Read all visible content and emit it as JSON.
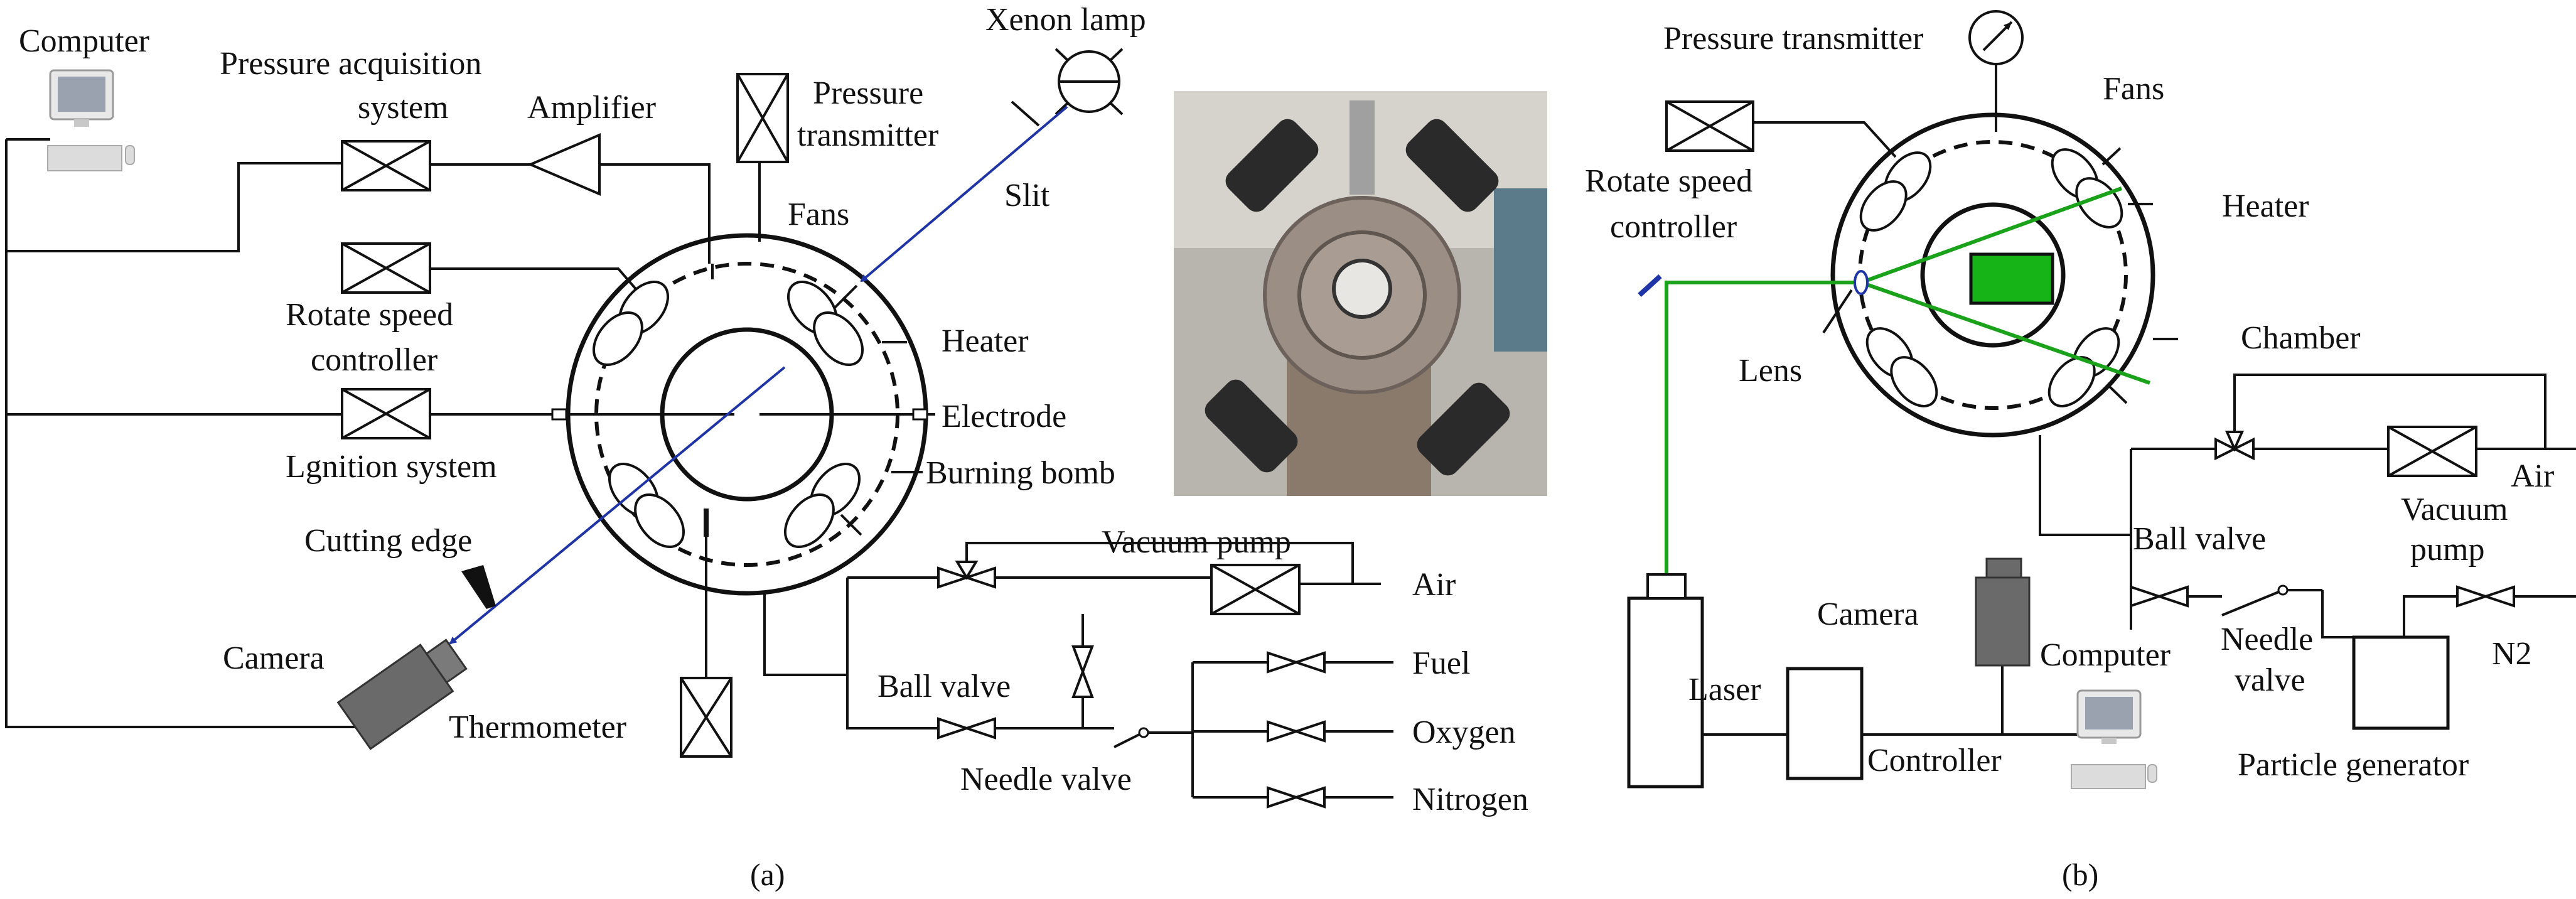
{
  "panel_a": {
    "caption": "(a)",
    "labels": {
      "computer": "Computer",
      "pressure_acq_1": "Pressure acquisition",
      "pressure_acq_2": "system",
      "amplifier": "Amplifier",
      "pressure_tx_1": "Pressure",
      "pressure_tx_2": "transmitter",
      "xenon_lamp": "Xenon lamp",
      "slit": "Slit",
      "fans": "Fans",
      "heater": "Heater",
      "rotate_1": "Rotate speed",
      "rotate_2": "controller",
      "electrode": "Electrode",
      "ignition": "Lgnition system",
      "burning_bomb": "Burning bomb",
      "cutting_edge": "Cutting edge",
      "camera": "Camera",
      "thermometer": "Thermometer",
      "vacuum_pump": "Vacuum pump",
      "air": "Air",
      "ball_valve": "Ball valve",
      "fuel": "Fuel",
      "oxygen": "Oxygen",
      "needle_valve": "Needle valve",
      "nitrogen": "Nitrogen"
    },
    "beam_color": "#1f34a6"
  },
  "panel_b": {
    "caption": "(b)",
    "labels": {
      "pressure_tx": "Pressure transmitter",
      "fans": "Fans",
      "rotate_1": "Rotate speed",
      "rotate_2": "controller",
      "heater": "Heater",
      "chamber": "Chamber",
      "lens": "Lens",
      "air": "Air",
      "ball_valve": "Ball valve",
      "vacuum_1": "Vacuum",
      "vacuum_2": "pump",
      "camera": "Camera",
      "computer": "Computer",
      "needle_1": "Needle",
      "needle_2": "valve",
      "n2": "N2",
      "laser": "Laser",
      "controller": "Controller",
      "particle_generator": "Particle generator"
    },
    "beam_color": "#1aa21a",
    "heater_fill": "#16b416"
  }
}
